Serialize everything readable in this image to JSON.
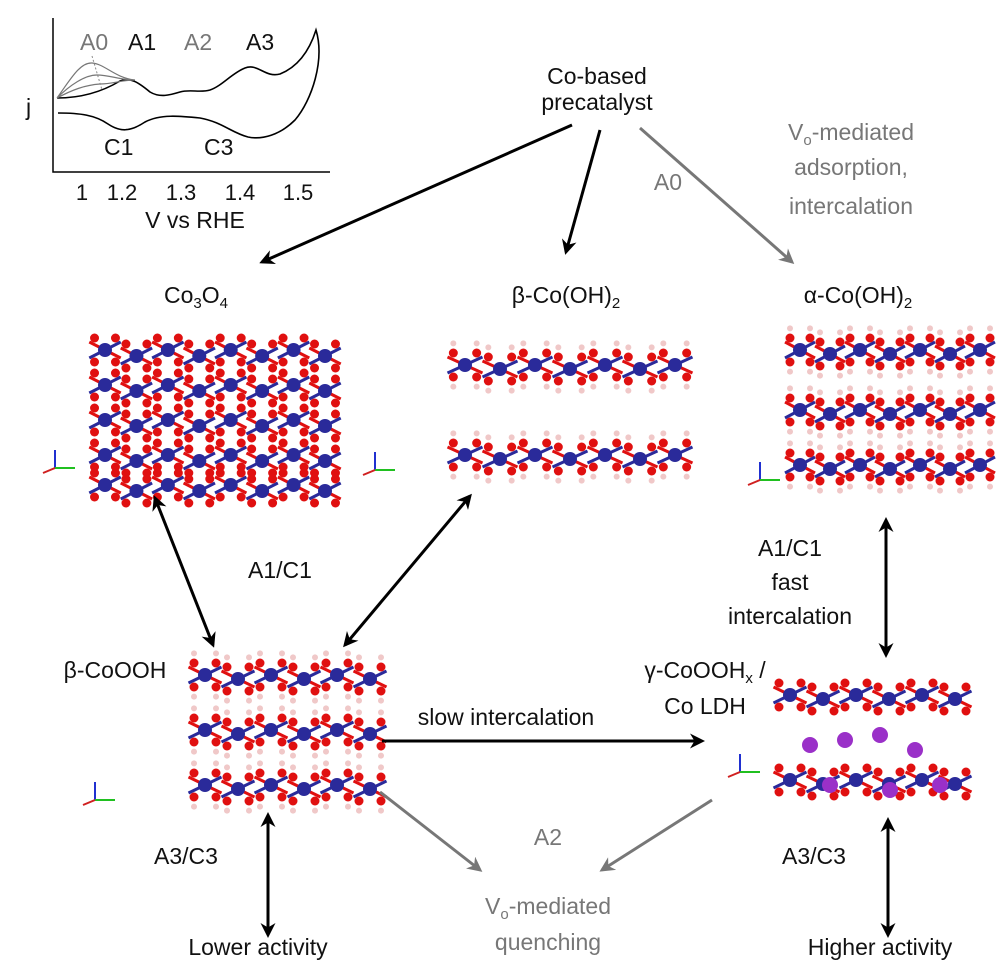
{
  "inset": {
    "ylabel": "j",
    "xlabel": "V vs RHE",
    "xticks": [
      "1",
      "1.2",
      "1.3",
      "1.4",
      "1.5"
    ],
    "anodic_peaks": [
      "A0",
      "A1",
      "A2",
      "A3"
    ],
    "cathodic_peaks": [
      "C1",
      "C3"
    ]
  },
  "nodes": {
    "precatalyst": [
      "Co-based",
      "precatalyst"
    ],
    "co3o4": {
      "main": "Co",
      "s1": "3",
      "mid": "O",
      "s2": "4"
    },
    "beta_cooh2": {
      "main": "β-Co(OH)",
      "sub": "2"
    },
    "alpha_cooh2": {
      "main": "α-Co(OH)",
      "sub": "2"
    },
    "beta_cooOH": "β-CoOOH",
    "gamma": {
      "l1": "γ-CoOOH",
      "sub": "x",
      "l1b": " /",
      "l2": "Co LDH"
    },
    "lower": "Lower activity",
    "higher": "Higher activity"
  },
  "edges": {
    "vo_adsorption": {
      "l1a": "V",
      "sub": "o",
      "l1b": "-mediated",
      "l2": "adsorption,",
      "l3": "intercalation"
    },
    "a0": "A0",
    "a1c1_left": "A1/C1",
    "a1c1_right": [
      "A1/C1",
      "fast",
      "intercalation"
    ],
    "slow": "slow intercalation",
    "a2": "A2",
    "vo_quench": {
      "l1a": "V",
      "sub": "o",
      "l1b": "-mediated",
      "l2": "quenching"
    },
    "a3c3_left": "A3/C3",
    "a3c3_right": "A3/C3"
  },
  "colors": {
    "co": "#2a2a9a",
    "o": "#e01010",
    "h": "#f0c8c8",
    "k": "#9a30c8",
    "gray": "#777777"
  }
}
